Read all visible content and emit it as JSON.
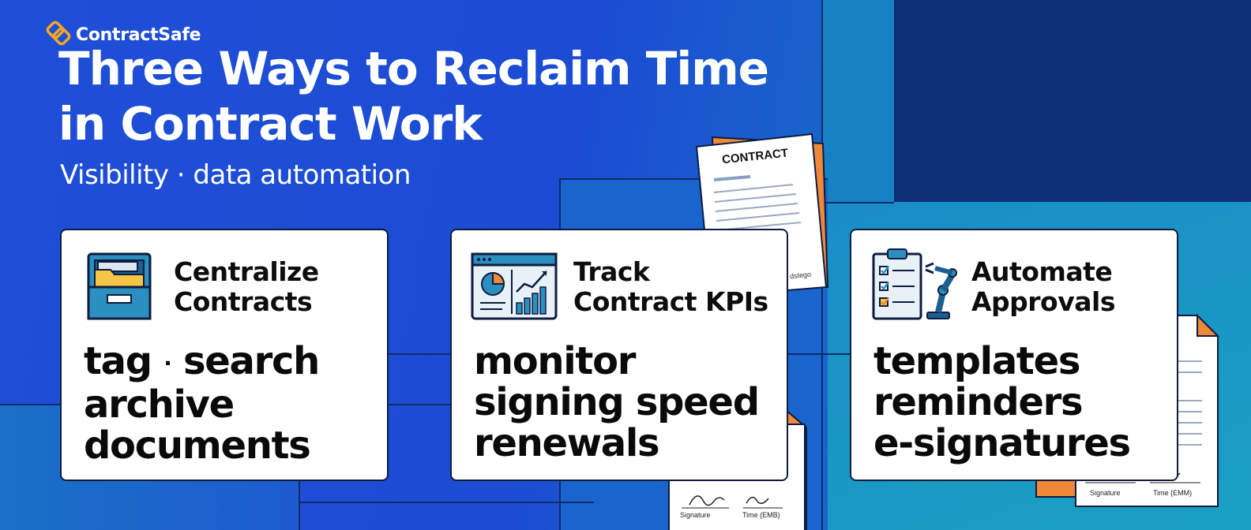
{
  "brand": {
    "name": "ContractSafe",
    "logo": "interlocking-squares-logo"
  },
  "headline": {
    "line1": "Three Ways to Reclaim Time",
    "line2": "in Contract Work"
  },
  "subline": "Visibility · data automation",
  "decor": {
    "contract_doc_title": "CONTRACT",
    "contract_doc_fragment": "dstego",
    "signature_label": "Signature",
    "time_label": "Time (EMB)",
    "time_label_right": "Time (EMM)"
  },
  "cards": [
    {
      "icon": "file-drawer-icon",
      "title_line1": "Centralize",
      "title_line2": "Contracts",
      "body_a": "tag",
      "body_sep": "·",
      "body_b": "search",
      "body_line2": "archive",
      "body_line3": "documents"
    },
    {
      "icon": "dashboard-chart-icon",
      "title_line1": "Track",
      "title_line2": "Contract KPIs",
      "body_line1": "monitor",
      "body_line2": "signing speed",
      "body_line3": "renewals"
    },
    {
      "icon": "checklist-robot-arm-icon",
      "title_line1": "Automate",
      "title_line2": "Approvals",
      "body_line1": "templates",
      "body_line2": "reminders",
      "body_line3": "e-signatures"
    }
  ],
  "colors": {
    "background_blue": "#1f4fd6",
    "navy": "#0f2f78",
    "teal": "#1a9cc4",
    "accent_orange": "#f0883a",
    "icon_teal": "#2b8fbf",
    "icon_yellow": "#f6c544",
    "card_border": "#0d1c3f"
  }
}
